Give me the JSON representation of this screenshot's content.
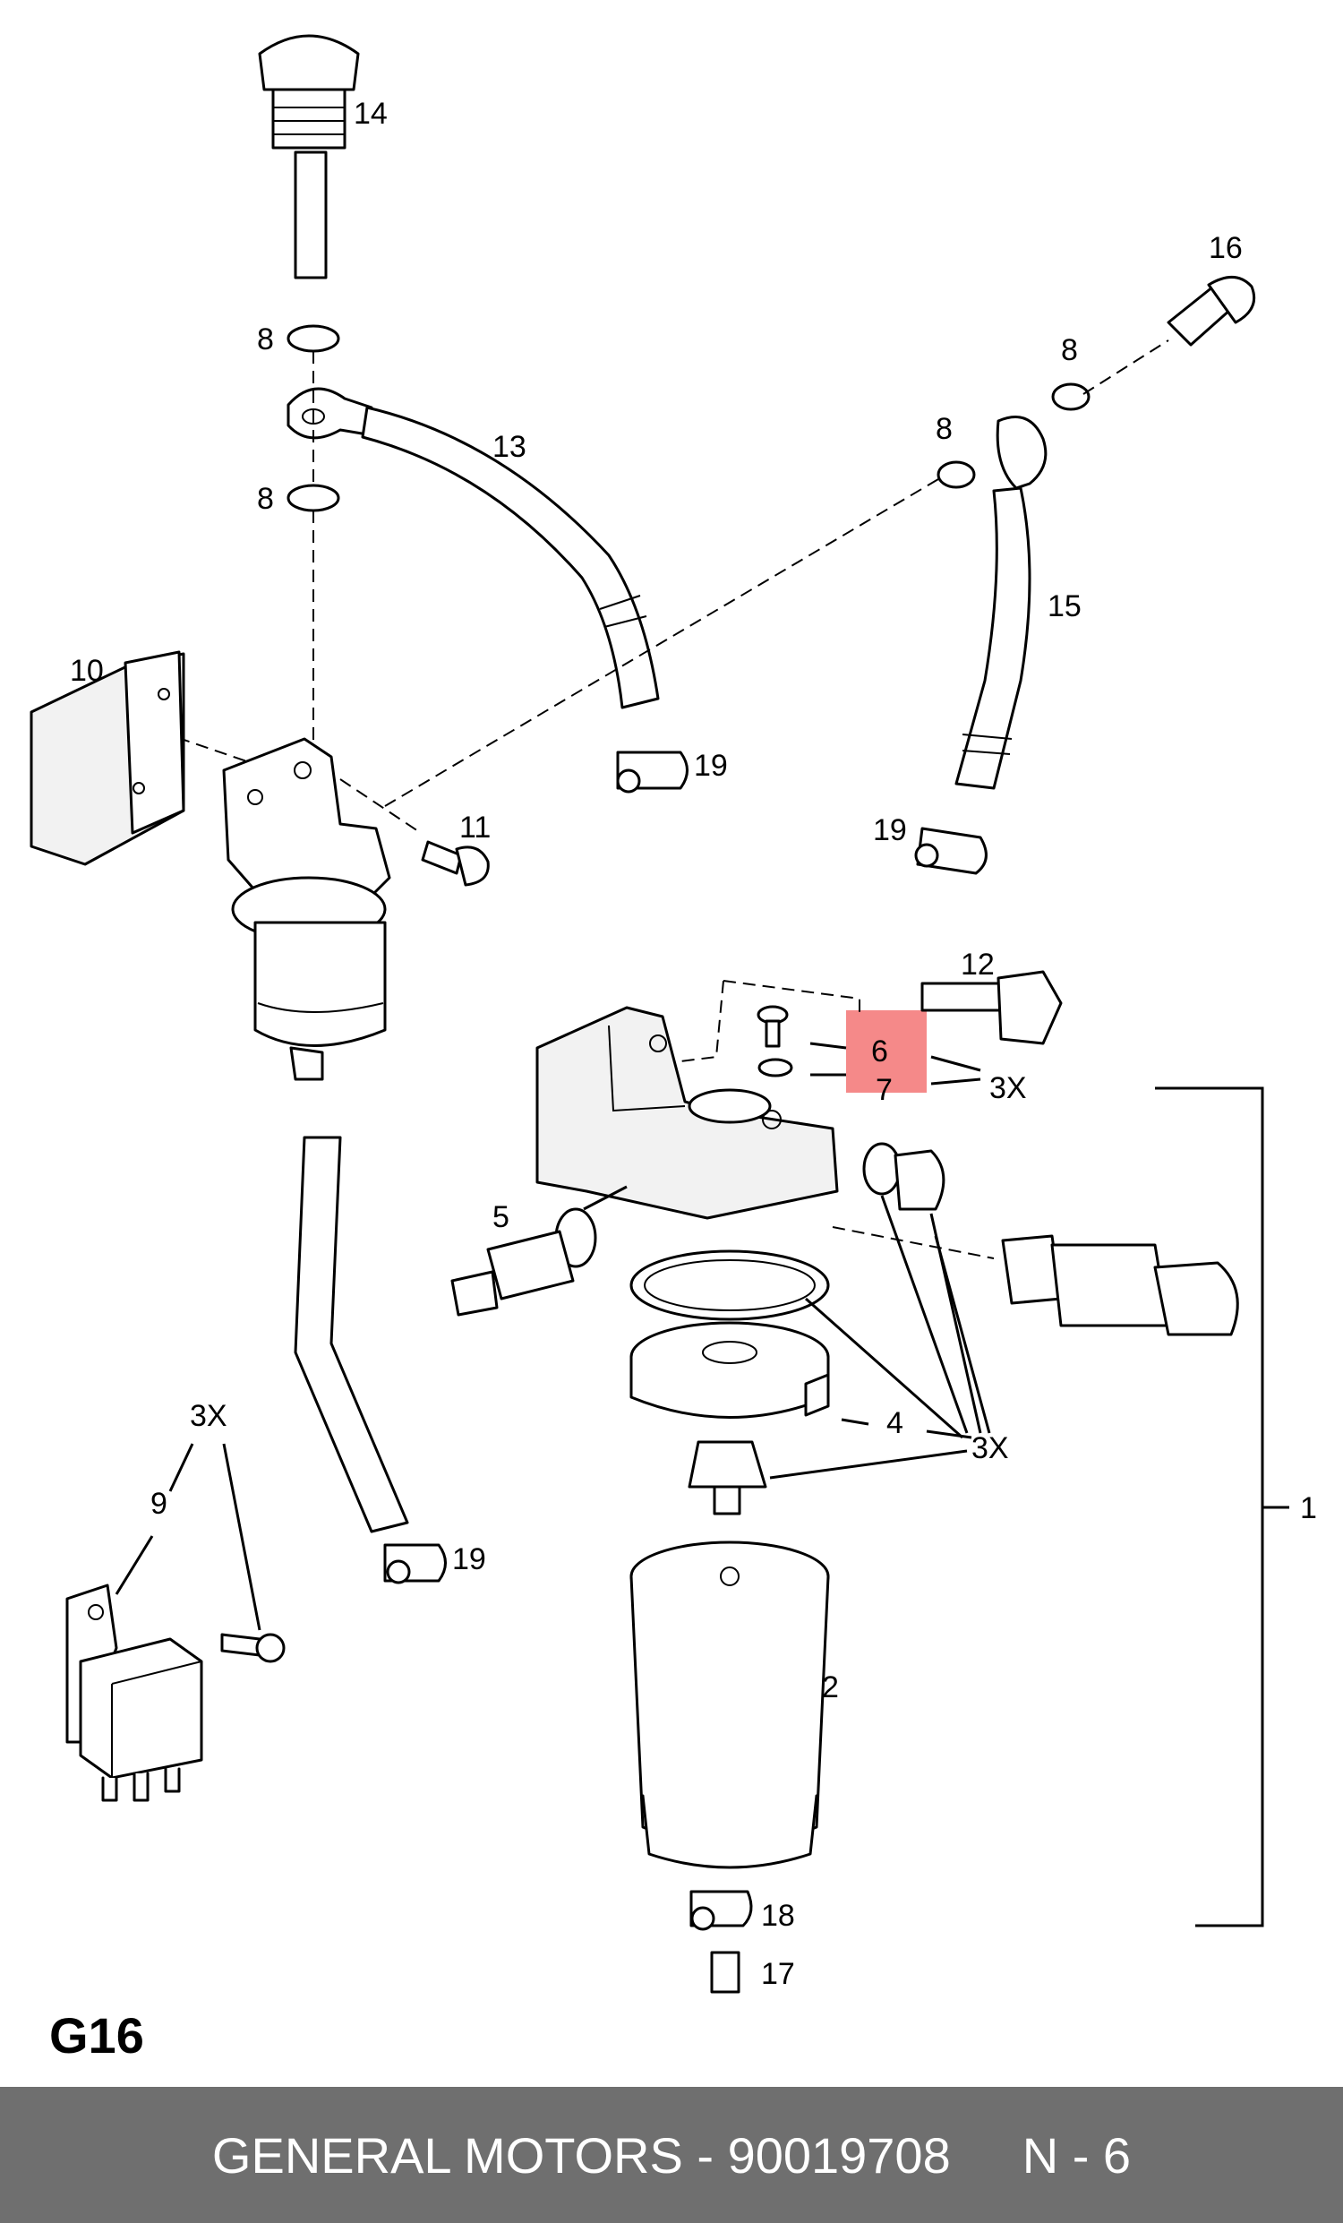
{
  "diagram": {
    "labels": {
      "p1": "1",
      "p2": "2",
      "p4": "4",
      "p5": "5",
      "p6": "6",
      "p7": "7",
      "p8a": "8",
      "p8b": "8",
      "p8c": "8",
      "p8d": "8",
      "p9": "9",
      "p10": "10",
      "p11": "11",
      "p12": "12",
      "p13": "13",
      "p14": "14",
      "p15": "15",
      "p16": "16",
      "p17": "17",
      "p18": "18",
      "p19a": "19",
      "p19b": "19",
      "p19c": "19",
      "qty_a": "3X",
      "qty_b": "3X",
      "qty_c": "3X"
    },
    "highlight_color": "#f26b6b"
  },
  "page_code": "G16",
  "footer": {
    "manufacturer_part": "GENERAL MOTORS - 90019708",
    "position": "N - 6",
    "background": "#6f6f6f"
  }
}
